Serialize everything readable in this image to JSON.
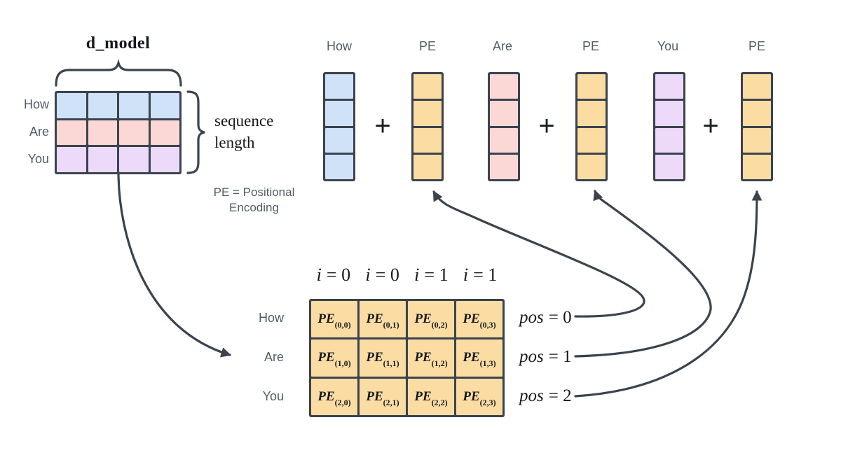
{
  "colors": {
    "stroke": "#3b434e",
    "blue": "#cfe2f8",
    "pink": "#fbd8d6",
    "purple": "#edd9f9",
    "orange": "#fbdca3",
    "label_gray": "#515c66"
  },
  "matrix": {
    "title": "d_model",
    "row_labels": [
      "How",
      "Are",
      "You"
    ],
    "brace_label": "sequence length",
    "note": "PE = Positional Encoding"
  },
  "top_row": {
    "labels": [
      "How",
      "PE",
      "Are",
      "PE",
      "You",
      "PE"
    ],
    "plus": "+"
  },
  "pe_table": {
    "headers": [
      {
        "var": "i",
        "rest": "= 0"
      },
      {
        "var": "i",
        "rest": "= 0"
      },
      {
        "var": "i",
        "rest": "= 1"
      },
      {
        "var": "i",
        "rest": "= 1"
      }
    ],
    "row_labels": [
      "How",
      "Are",
      "You"
    ],
    "rows": [
      {
        "cells": [
          {
            "base": "PE",
            "sub": "(0,0)"
          },
          {
            "base": "PE",
            "sub": "(0,1)"
          },
          {
            "base": "PE",
            "sub": "(0,2)"
          },
          {
            "base": "PE",
            "sub": "(0,3)"
          }
        ]
      },
      {
        "cells": [
          {
            "base": "PE",
            "sub": "(1,0)"
          },
          {
            "base": "PE",
            "sub": "(1,1)"
          },
          {
            "base": "PE",
            "sub": "(1,2)"
          },
          {
            "base": "PE",
            "sub": "(1,3)"
          }
        ]
      },
      {
        "cells": [
          {
            "base": "PE",
            "sub": "(2,0)"
          },
          {
            "base": "PE",
            "sub": "(2,1)"
          },
          {
            "base": "PE",
            "sub": "(2,2)"
          },
          {
            "base": "PE",
            "sub": "(2,3)"
          }
        ]
      }
    ],
    "pos_labels": [
      {
        "var": "pos",
        "rest": "= 0"
      },
      {
        "var": "pos",
        "rest": "= 1"
      },
      {
        "var": "pos",
        "rest": "= 2"
      }
    ]
  }
}
